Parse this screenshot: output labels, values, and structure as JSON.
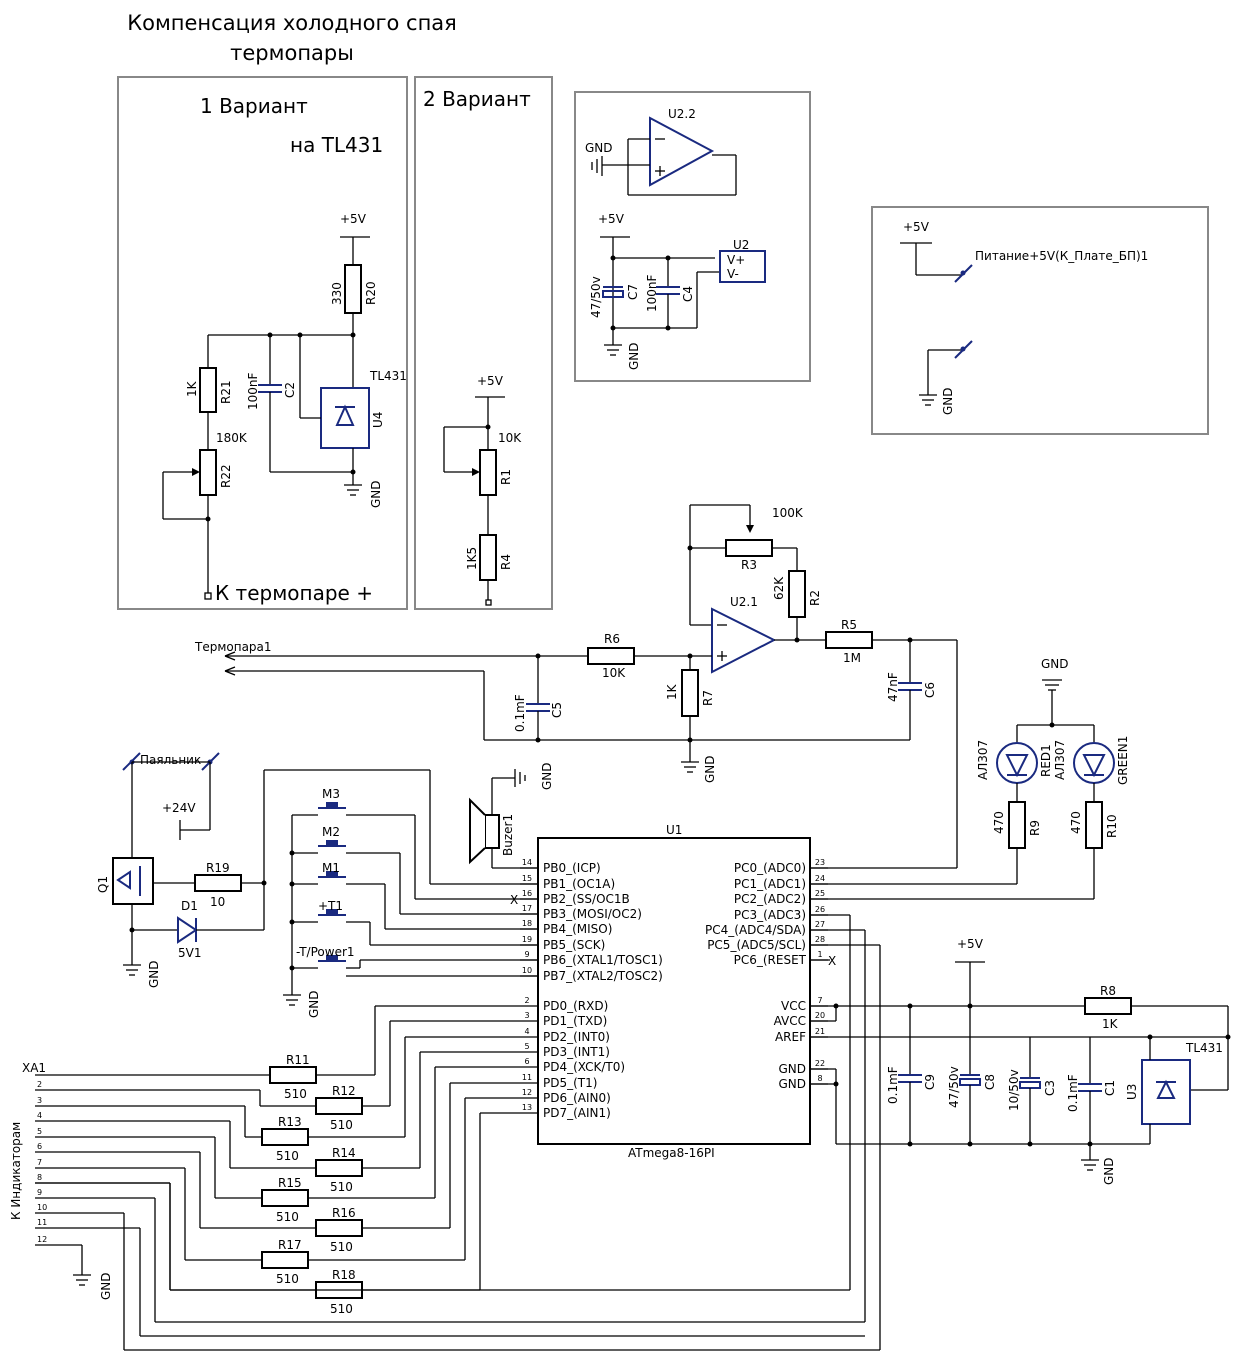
{
  "title": {
    "line1": "Компенсация холодного спая",
    "line2": "термопары"
  },
  "variant1": {
    "heading": "1 Вариант",
    "sub": "на TL431",
    "footer": "К термопаре +"
  },
  "variant2": {
    "heading": "2 Вариант"
  },
  "nets": {
    "vcc": "+5V",
    "gnd": "GND",
    "v24": "+24V",
    "power_label": "Питание+5V(К_Плате_БП)1",
    "thermocouple": "Термопара1",
    "solder": "Паяльник",
    "indicators": "К Индикаторам",
    "xa": "XA1",
    "nc": "X"
  },
  "components": {
    "R20": {
      "ref": "R20",
      "value": "330"
    },
    "R21": {
      "ref": "R21",
      "value": "1K"
    },
    "R22": {
      "ref": "R22",
      "value": "180K"
    },
    "C2": {
      "ref": "C2",
      "value": "100nF"
    },
    "U4": {
      "ref": "U4",
      "value": "TL431"
    },
    "R1": {
      "ref": "R1",
      "value": "10K"
    },
    "R4": {
      "ref": "R4",
      "value": "1K5"
    },
    "U22": {
      "ref": "U2.2"
    },
    "U2": {
      "ref": "U2",
      "vp": "V+",
      "vm": "V-"
    },
    "C7": {
      "ref": "C7",
      "value": "47/50v"
    },
    "C4": {
      "ref": "C4",
      "value": "100nF"
    },
    "R3": {
      "ref": "R3",
      "value": "100K"
    },
    "R2": {
      "ref": "R2",
      "value": "62K"
    },
    "U21": {
      "ref": "U2.1"
    },
    "R5": {
      "ref": "R5",
      "value": "1M"
    },
    "R6": {
      "ref": "R6",
      "value": "10K"
    },
    "R7": {
      "ref": "R7",
      "value": "1K"
    },
    "C5": {
      "ref": "C5",
      "value": "0.1mF"
    },
    "C6": {
      "ref": "C6",
      "value": "47nF"
    },
    "RED1": {
      "ref": "RED1",
      "value": "АЛ307"
    },
    "GREEN1": {
      "ref": "GREEN1",
      "value": "АЛ307"
    },
    "R9": {
      "ref": "R9",
      "value": "470"
    },
    "R10": {
      "ref": "R10",
      "value": "470"
    },
    "Buzer": {
      "ref": "Buzer1"
    },
    "Q1": {
      "ref": "Q1"
    },
    "R19": {
      "ref": "R19",
      "value": "10"
    },
    "D1": {
      "ref": "D1",
      "value": "5V1"
    },
    "M3": {
      "ref": "M3"
    },
    "M2": {
      "ref": "M2"
    },
    "M1": {
      "ref": "M1"
    },
    "T1": {
      "ref": "+T1"
    },
    "TP": {
      "ref": "-T/Power1"
    },
    "U1": {
      "ref": "U1",
      "value": "ATmega8-16PI"
    },
    "R8": {
      "ref": "R8",
      "value": "1K"
    },
    "C9": {
      "ref": "C9",
      "value": "0.1mF"
    },
    "C8": {
      "ref": "C8",
      "value": "47/50v"
    },
    "C3": {
      "ref": "C3",
      "value": "10/50v"
    },
    "C1": {
      "ref": "C1",
      "value": "0.1mF"
    },
    "U3": {
      "ref": "U3",
      "value": "TL431"
    }
  },
  "mcu_left_pins": [
    {
      "name": "PB0_(ICP)",
      "num": "14"
    },
    {
      "name": "PB1_(OC1A)",
      "num": "15"
    },
    {
      "name": "PB2_(SS/OC1B",
      "num": "16"
    },
    {
      "name": "PB3_(MOSI/OC2)",
      "num": "17"
    },
    {
      "name": "PB4_(MISO)",
      "num": "18"
    },
    {
      "name": "PB5_(SCK)",
      "num": "19"
    },
    {
      "name": "PB6_(XTAL1/TOSC1)",
      "num": "9"
    },
    {
      "name": "PB7_(XTAL2/TOSC2)",
      "num": "10"
    },
    {
      "name": "PD0_(RXD)",
      "num": "2"
    },
    {
      "name": "PD1_(TXD)",
      "num": "3"
    },
    {
      "name": "PD2_(INT0)",
      "num": "4"
    },
    {
      "name": "PD3_(INT1)",
      "num": "5"
    },
    {
      "name": "PD4_(XCK/T0)",
      "num": "6"
    },
    {
      "name": "PD5_(T1)",
      "num": "11"
    },
    {
      "name": "PD6_(AIN0)",
      "num": "12"
    },
    {
      "name": "PD7_(AIN1)",
      "num": "13"
    }
  ],
  "mcu_right_pins": [
    {
      "name": "PC0_(ADC0)",
      "num": "23"
    },
    {
      "name": "PC1_(ADC1)",
      "num": "24"
    },
    {
      "name": "PC2_(ADC2)",
      "num": "25"
    },
    {
      "name": "PC3_(ADC3)",
      "num": "26"
    },
    {
      "name": "PC4_(ADC4/SDA)",
      "num": "27"
    },
    {
      "name": "PC5_(ADC5/SCL)",
      "num": "28"
    },
    {
      "name": "PC6_(RESET",
      "num": "1"
    },
    {
      "name": "VCC",
      "num": "7"
    },
    {
      "name": "AVCC",
      "num": "20"
    },
    {
      "name": "AREF",
      "num": "21"
    },
    {
      "name": "GND",
      "num": "22"
    },
    {
      "name": "GND",
      "num": "8"
    }
  ],
  "segment_resistors": [
    {
      "ref": "R11",
      "value": "510"
    },
    {
      "ref": "R12",
      "value": "510"
    },
    {
      "ref": "R13",
      "value": "510"
    },
    {
      "ref": "R14",
      "value": "510"
    },
    {
      "ref": "R15",
      "value": "510"
    },
    {
      "ref": "R16",
      "value": "510"
    },
    {
      "ref": "R17",
      "value": "510"
    },
    {
      "ref": "R18",
      "value": "510"
    }
  ],
  "connector_pins": [
    "2",
    "3",
    "4",
    "5",
    "6",
    "7",
    "8",
    "9",
    "10",
    "11",
    "12"
  ]
}
